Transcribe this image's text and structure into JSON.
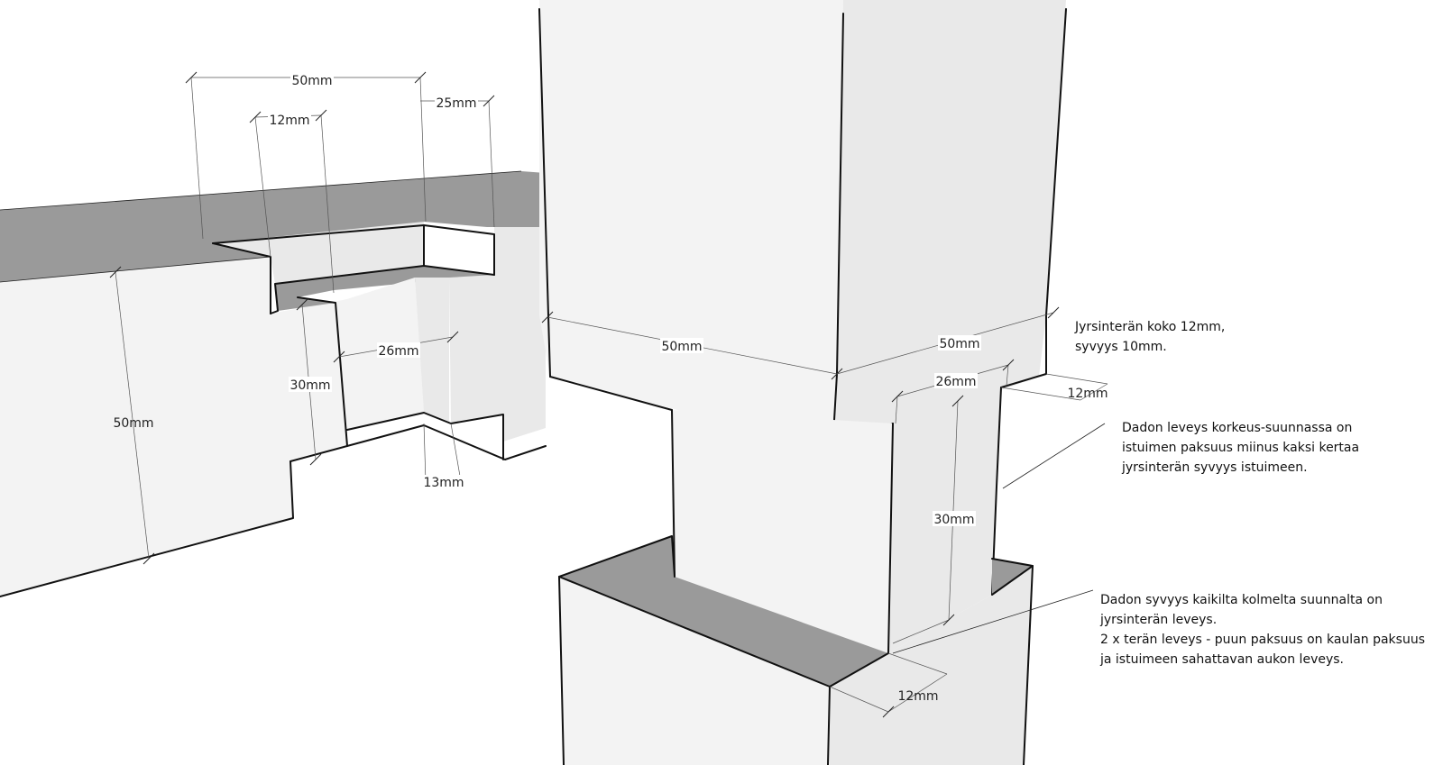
{
  "dimensions": {
    "top_50": "50mm",
    "top_12": "12mm",
    "top_25": "25mm",
    "left_26": "26mm",
    "left_30": "30mm",
    "left_50": "50mm",
    "left_13": "13mm",
    "post_50_left": "50mm",
    "post_50_right": "50mm",
    "right_26": "26mm",
    "right_12_top": "12mm",
    "right_30": "30mm",
    "right_12_bottom": "12mm"
  },
  "notes": {
    "cutter": [
      "Jyrsinterän koko 12mm,",
      "syvyys 10mm."
    ],
    "dado_width": [
      "Dadon leveys korkeus-suunnassa on",
      "istuimen paksuus miinus kaksi kertaa",
      "jyrsinterän syvyys istuimeen."
    ],
    "dado_depth": [
      "Dadon syvyys kaikilta kolmelta suunnalta on",
      "jyrsinterän leveys.",
      "2 x terän leveys - puun paksuus on kaulan paksuus",
      "ja istuimeen sahattavan aukon leveys."
    ]
  }
}
